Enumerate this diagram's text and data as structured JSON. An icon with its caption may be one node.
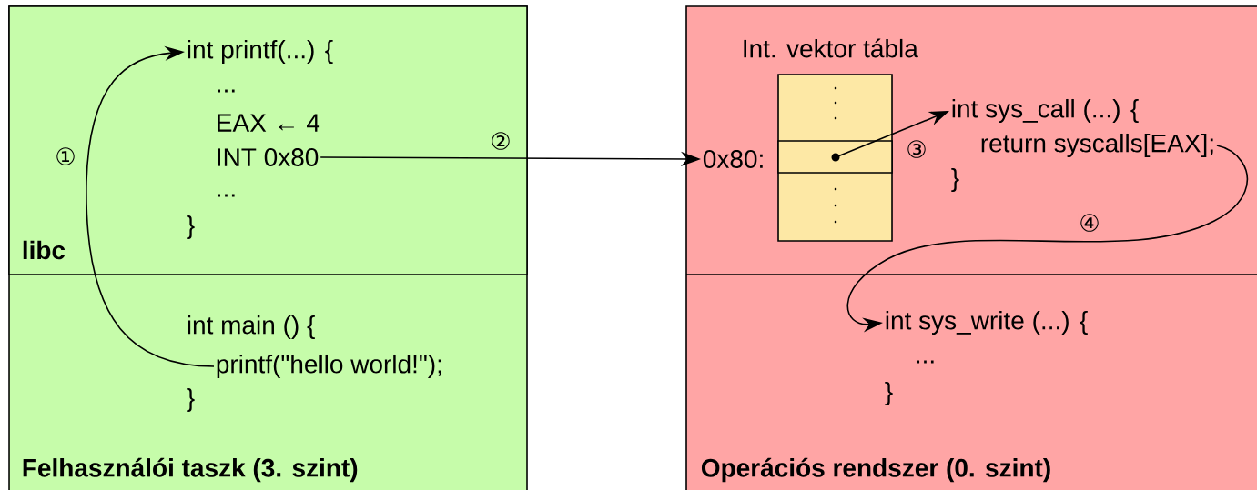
{
  "diagram": {
    "nodes": [
      {
        "text": [
          "Felhasználói taszk (3. szint)"
        ]
      },
      {
        "text": [
          "libc"
        ],
        "in": 0
      },
      {
        "text": [
          "int printf(...) {"
        ],
        "in": 1
      },
      {
        "text": [
          "INT 0x80"
        ],
        "in": 1
      },
      {
        "text": [
          "printf(\"hello world!\");"
        ],
        "in": 0
      },
      {
        "text": [
          "Operációs rendszer (0. szint)"
        ]
      },
      {
        "text": [
          "0x80:"
        ],
        "in": 5
      },
      {
        "text": [
          "Int. vektor tábla"
        ],
        "in": 5
      },
      {
        "text": [],
        "shape": "box",
        "in": 7
      },
      {
        "text": [
          "int sys_call (...) {"
        ],
        "in": 5
      },
      {
        "text": [
          "return syscalls[EAX];"
        ],
        "in": 5
      },
      {
        "text": [
          "int sys_write (...) {"
        ],
        "in": 5
      }
    ],
    "edges": [
      {
        "from": 4,
        "to": 2,
        "arrow": "to",
        "label": "①"
      },
      {
        "from": 3,
        "to": 6,
        "arrow": "to",
        "label": "②"
      },
      {
        "from": 8,
        "to": 9,
        "arrow": "to",
        "label": "③"
      },
      {
        "from": 10,
        "to": 11,
        "arrow": "to",
        "label": "④"
      }
    ],
    "labels": [
      "...",
      "EAX ← 4",
      "...",
      "}",
      "int main () {",
      "}",
      "}",
      "...",
      "}"
    ]
  }
}
